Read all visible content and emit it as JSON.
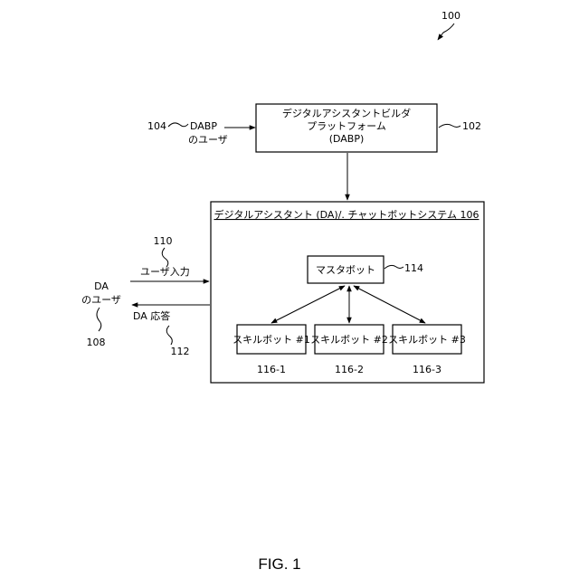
{
  "figure_number": "100",
  "dabp": {
    "line1": "デジタルアシスタントビルダ",
    "line2": "プラットフォーム",
    "line3": "(DABP)",
    "ref": "102"
  },
  "dabp_user": {
    "ref": "104",
    "line1": "DABP",
    "line2": "のユーザ"
  },
  "system": {
    "title": "デジタルアシスタント (DA)/. チャットボットシステム 106"
  },
  "master_bot": {
    "label": "マスタボット",
    "ref": "114"
  },
  "skill_bots": [
    {
      "label": "スキルボット #1",
      "ref": "116-1"
    },
    {
      "label": "スキルボット #2",
      "ref": "116-2"
    },
    {
      "label": "スキルボット #3",
      "ref": "116-3"
    }
  ],
  "da_user": {
    "line1": "DA",
    "line2": "のユーザ",
    "ref": "108"
  },
  "user_input": {
    "ref": "110",
    "label": "ユーザ入力"
  },
  "da_response": {
    "label": "DA 応答",
    "ref": "112"
  },
  "caption": "FIG. 1"
}
